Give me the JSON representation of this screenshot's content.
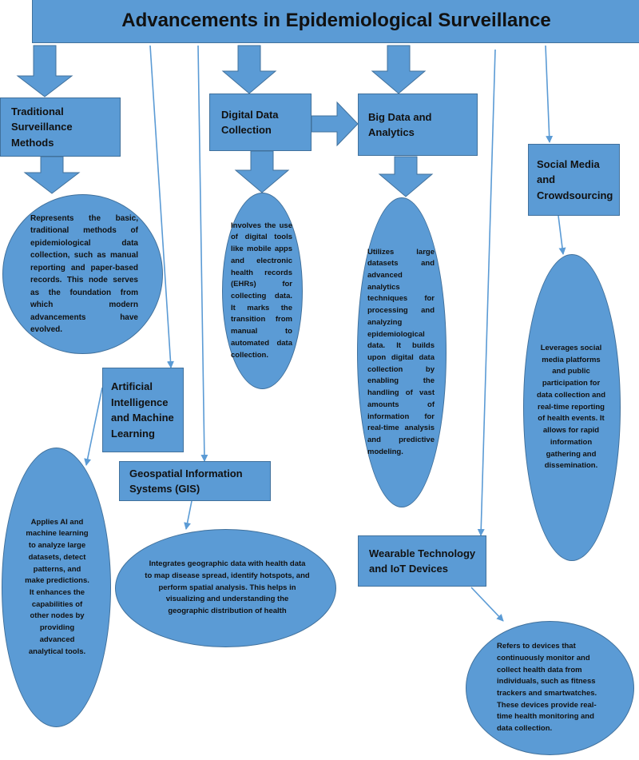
{
  "title": "Advancements in Epidemiological Surveillance",
  "colors": {
    "fill": "#5b9bd5",
    "border": "#41719c",
    "text": "#111111"
  },
  "nodes": {
    "traditional": {
      "label": "Traditional Surveillance Methods",
      "description": "Represents the basic, traditional methods of epidemiological data collection, such as manual reporting and paper-based records. This node serves as the foundation from which modern advancements have evolved."
    },
    "digital": {
      "label": "Digital Data Collection",
      "description": "Involves the use of digital tools like mobile apps and electronic health records (EHRs) for collecting data. It marks the transition from manual to automated data collection."
    },
    "bigdata": {
      "label": "Big Data and Analytics",
      "description": "Utilizes large datasets and advanced analytics techniques for processing and analyzing epidemiological data. It builds upon digital data collection by enabling the handling of vast amounts of information for real-time analysis and predictive modeling."
    },
    "social": {
      "label": "Social Media and Crowdsourcing",
      "description": "Leverages social media platforms and public participation for data collection and real-time reporting of health events. It allows for rapid information gathering and dissemination."
    },
    "ai": {
      "label": "Artificial Intelligence and Machine Learning",
      "description": "Applies AI and machine learning to analyze large datasets, detect patterns, and make predictions. It enhances the capabilities of other nodes by providing advanced analytical tools."
    },
    "gis": {
      "label": "Geospatial Information Systems (GIS)",
      "description": "Integrates geographic data with health data to map disease spread, identify hotspots, and perform spatial analysis. This helps in visualizing and understanding the geographic distribution of health"
    },
    "wearable": {
      "label": "Wearable Technology and IoT Devices",
      "description": "Refers to devices that continuously monitor and collect health data from individuals, such as fitness trackers and smartwatches. These devices provide real-time health monitoring and data collection."
    }
  }
}
